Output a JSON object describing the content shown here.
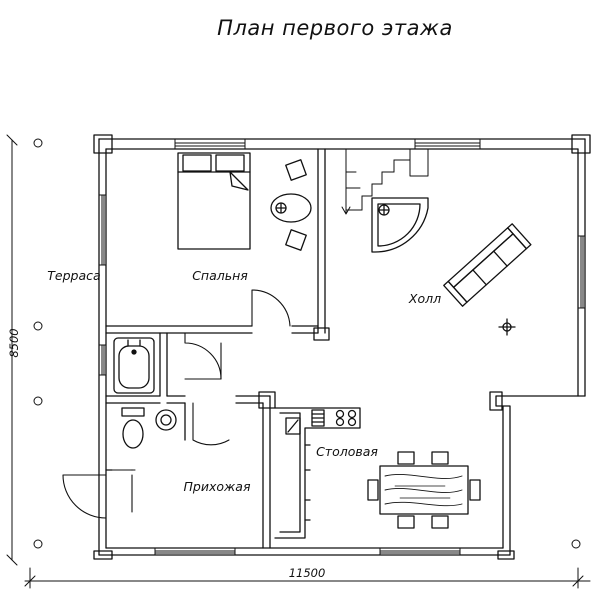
{
  "title": "План первого этажа",
  "rooms": {
    "bedroom": "Спальня",
    "hall": "Холл",
    "dining": "Столовая",
    "entry": "Прихожая",
    "terrace": "Терраса"
  },
  "dimensions": {
    "width": "11500",
    "height": "8500"
  }
}
